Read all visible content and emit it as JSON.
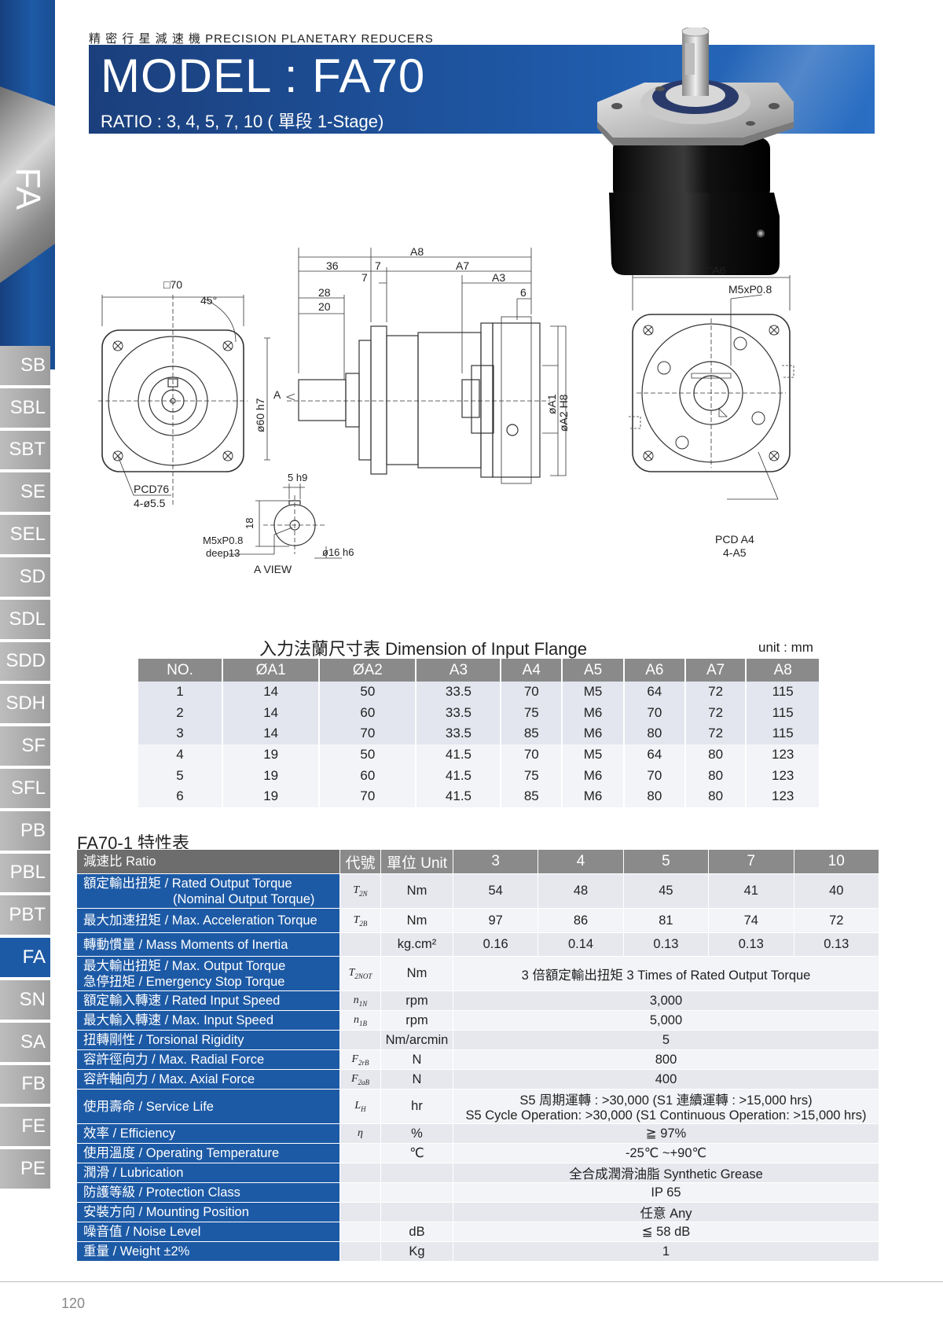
{
  "sidebar": {
    "active_series": "FA",
    "items": [
      "SB",
      "SBL",
      "SBT",
      "SE",
      "SEL",
      "SD",
      "SDL",
      "SDD",
      "SDH",
      "SF",
      "SFL",
      "PB",
      "PBL",
      "PBT",
      "FA",
      "SN",
      "SA",
      "FB",
      "FE",
      "PE"
    ]
  },
  "header": {
    "category": "精 密 行 星 減 速 機   PRECISION PLANETARY REDUCERS",
    "model": "MODEL : FA70",
    "ratio": "RATIO : 3,  4,  5,  7,  10 ( 單段 1-Stage)"
  },
  "drawing": {
    "front": {
      "square": "□70",
      "angle": "45°",
      "pcd": "PCD76",
      "holes": "4-ø5.5",
      "shaft_dia": "ø60 h7",
      "view_mark": "A"
    },
    "side": {
      "a8": "A8",
      "d36": "36",
      "d7a": "7",
      "a7": "A7",
      "d7b": "7",
      "a3": "A3",
      "d28": "28",
      "d20": "20",
      "d6": "6",
      "a1": "øA1",
      "a2": "øA2 H8"
    },
    "aview": {
      "key": "5 h9",
      "height": "18",
      "thread": "M5xP0.8",
      "deep": "deep13",
      "dia": "ø16 h6",
      "title": "A VIEW"
    },
    "rear": {
      "square": "□A6",
      "thread": "M5xP0.8",
      "pcd": "PCD A4",
      "holes": "4-A5"
    }
  },
  "flange_table": {
    "title": "入力法蘭尺寸表  Dimension of Input Flange",
    "unit": "unit : mm",
    "headers": [
      "NO.",
      "ØA1",
      "ØA2",
      "A3",
      "A4",
      "A5",
      "A6",
      "A7",
      "A8"
    ],
    "rows": [
      [
        "1",
        "14",
        "50",
        "33.5",
        "70",
        "M5",
        "64",
        "72",
        "115"
      ],
      [
        "2",
        "14",
        "60",
        "33.5",
        "75",
        "M6",
        "70",
        "72",
        "115"
      ],
      [
        "3",
        "14",
        "70",
        "33.5",
        "85",
        "M6",
        "80",
        "72",
        "115"
      ],
      [
        "4",
        "19",
        "50",
        "41.5",
        "70",
        "M5",
        "64",
        "80",
        "123"
      ],
      [
        "5",
        "19",
        "60",
        "41.5",
        "75",
        "M6",
        "70",
        "80",
        "123"
      ],
      [
        "6",
        "19",
        "70",
        "41.5",
        "85",
        "M6",
        "80",
        "80",
        "123"
      ]
    ]
  },
  "spec_table": {
    "title": "FA70-1 特性表",
    "header": {
      "label": "減速比 Ratio",
      "sym": "代號",
      "unit": "單位 Unit",
      "ratios": [
        "3",
        "4",
        "5",
        "7",
        "10"
      ]
    },
    "rows": [
      {
        "label": "額定輸出扭矩 / Rated Output Torque",
        "label2": "(Nominal Output Torque)",
        "sym": "T2N",
        "unit": "Nm",
        "values": [
          "54",
          "48",
          "45",
          "41",
          "40"
        ]
      },
      {
        "label": "最大加速扭矩 / Max. Acceleration Torque",
        "sym": "T2B",
        "unit": "Nm",
        "values": [
          "97",
          "86",
          "81",
          "74",
          "72"
        ]
      },
      {
        "label": "轉動慣量 / Mass Moments of Inertia",
        "sym": "",
        "unit": "kg.cm²",
        "values": [
          "0.16",
          "0.14",
          "0.13",
          "0.13",
          "0.13"
        ]
      },
      {
        "label": "最大輸出扭矩 / Max. Output Torque",
        "label2": "急停扭矩 / Emergency Stop Torque",
        "sym": "T2NOT",
        "unit": "Nm",
        "span": "3 倍額定輸出扭矩 3 Times of Rated Output Torque"
      },
      {
        "label": "額定輸入轉速 / Rated Input Speed",
        "sym": "n1N",
        "unit": "rpm",
        "span": "3,000"
      },
      {
        "label": "最大輸入轉速 / Max. Input Speed",
        "sym": "n1B",
        "unit": "rpm",
        "span": "5,000"
      },
      {
        "label": "扭轉剛性 / Torsional Rigidity",
        "sym": "",
        "unit": "Nm/arcmin",
        "span": "5"
      },
      {
        "label": "容許徑向力 / Max. Radial Force",
        "sym": "F2rB",
        "unit": "N",
        "span": "800"
      },
      {
        "label": "容許軸向力 / Max. Axial Force",
        "sym": "F2aB",
        "unit": "N",
        "span": "400"
      },
      {
        "label": "使用壽命 / Service Life",
        "sym": "LH",
        "unit": "hr",
        "span": "S5 周期運轉 : >30,000 (S1 連續運轉 : >15,000 hrs)",
        "span2": "S5 Cycle Operation: >30,000 (S1 Continuous Operation: >15,000 hrs)"
      },
      {
        "label": "效率 / Efficiency",
        "sym": "η",
        "unit": "%",
        "span": "≧ 97%"
      },
      {
        "label": "使用溫度 / Operating Temperature",
        "sym": "",
        "unit": "℃",
        "span": "-25℃ ~+90℃"
      },
      {
        "label": "潤滑 / Lubrication",
        "sym": "",
        "unit": "",
        "span": "全合成潤滑油脂 Synthetic Grease"
      },
      {
        "label": "防護等級 / Protection Class",
        "sym": "",
        "unit": "",
        "span": "IP 65"
      },
      {
        "label": "安裝方向 / Mounting Position",
        "sym": "",
        "unit": "",
        "span": "任意 Any"
      },
      {
        "label": "噪音值 / Noise Level",
        "sym": "",
        "unit": "dB",
        "span": "≦ 58 dB"
      },
      {
        "label": "重量 / Weight ±2%",
        "sym": "",
        "unit": "Kg",
        "span": "1"
      }
    ]
  },
  "footer": {
    "page_number": "120"
  }
}
